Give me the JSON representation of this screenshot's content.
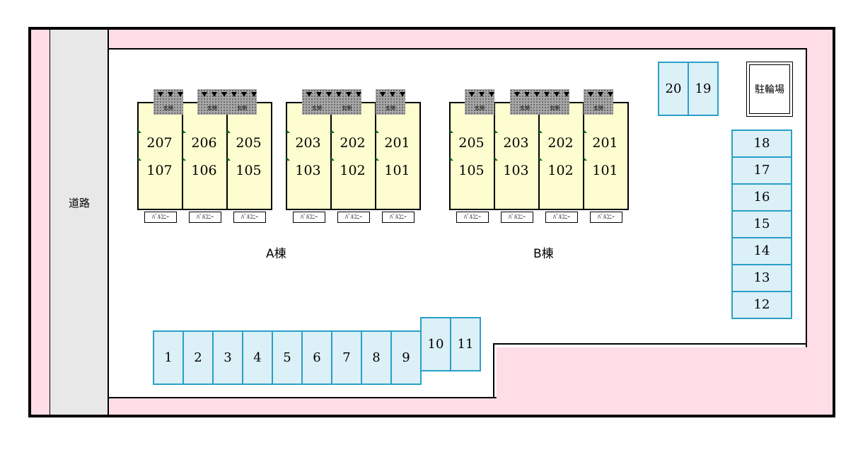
{
  "road_label": "道路",
  "bike_parking_label": "駐輪場",
  "entrance_label": "玄関",
  "balcony_label": "ﾊﾞﾙｺﾆｰ",
  "buildings": [
    {
      "label": "A棟",
      "sections": [
        [
          {
            "upper": "207",
            "lower": "107"
          },
          {
            "upper": "206",
            "lower": "106"
          },
          {
            "upper": "205",
            "lower": "105"
          }
        ],
        [
          {
            "upper": "203",
            "lower": "103"
          },
          {
            "upper": "202",
            "lower": "102"
          },
          {
            "upper": "201",
            "lower": "101"
          }
        ]
      ]
    },
    {
      "label": "B棟",
      "sections": [
        [
          {
            "upper": "205",
            "lower": "105"
          },
          {
            "upper": "203",
            "lower": "103"
          },
          {
            "upper": "202",
            "lower": "102"
          },
          {
            "upper": "201",
            "lower": "101"
          }
        ]
      ]
    }
  ],
  "parking": {
    "bottom_row": [
      "1",
      "2",
      "3",
      "4",
      "5",
      "6",
      "7",
      "8",
      "9"
    ],
    "bottom_raised": [
      "10",
      "11"
    ],
    "top_pair": [
      "20",
      "19"
    ],
    "right_column": [
      "18",
      "17",
      "16",
      "15",
      "14",
      "13",
      "12"
    ]
  },
  "colors": {
    "outer": "#ffdde6",
    "road": "#e8e8e8",
    "building": "#fefdd0",
    "parking_fill": "#dcf0f7",
    "parking_border": "#2aa0c8"
  }
}
